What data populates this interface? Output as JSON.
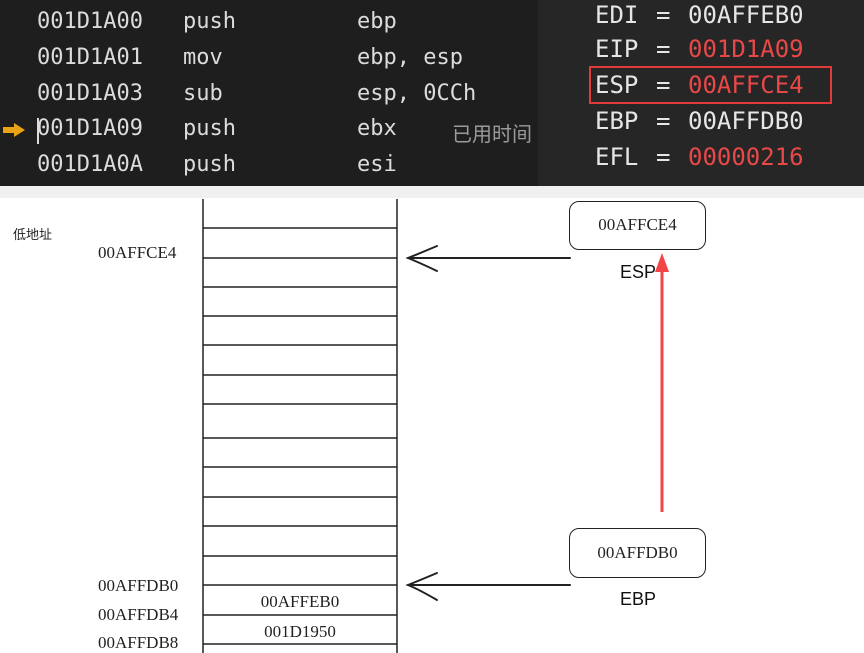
{
  "disassembly": [
    {
      "address": "001D1A00",
      "mnemonic": "push",
      "operands": "ebp",
      "note": ""
    },
    {
      "address": "001D1A01",
      "mnemonic": "mov",
      "operands": "ebp, esp",
      "note": ""
    },
    {
      "address": "001D1A03",
      "mnemonic": "sub",
      "operands": "esp, 0CCh",
      "note": ""
    },
    {
      "address": "001D1A09",
      "mnemonic": "push",
      "operands": "ebx",
      "note": "已用时间"
    },
    {
      "address": "001D1A0A",
      "mnemonic": "push",
      "operands": "esi",
      "note": ""
    }
  ],
  "registers": [
    {
      "name": "EDI",
      "value": "00AFFEB0",
      "changed": false
    },
    {
      "name": "EIP",
      "value": "001D1A09",
      "changed": true
    },
    {
      "name": "ESP",
      "value": "00AFFCE4",
      "changed": true,
      "highlighted": true
    },
    {
      "name": "EBP",
      "value": "00AFFDB0",
      "changed": false
    },
    {
      "name": "EFL",
      "value": "00000216",
      "changed": true
    }
  ],
  "colors": {
    "normal_value": "#e6e6e6",
    "changed_value": "#e84848",
    "highlight_box": "#e03a3a",
    "arrow_red": "#f24646",
    "ip_arrow": "#e8a317"
  },
  "stack": {
    "low_address_label": "低地址",
    "address_labels": [
      "00AFFCE4",
      "00AFFDB0",
      "00AFFDB4",
      "00AFFDB8"
    ],
    "cell_values": [
      "00AFFEB0",
      "001D1950"
    ]
  },
  "pointers": {
    "esp": {
      "box_value": "00AFFCE4",
      "caption": "ESP"
    },
    "ebp": {
      "box_value": "00AFFDB0",
      "caption": "EBP"
    }
  },
  "icons": {
    "instruction_pointer": "right-arrow-icon",
    "pointer_arrow": "left-arrow-icon",
    "movement_arrow": "up-arrow-icon"
  }
}
